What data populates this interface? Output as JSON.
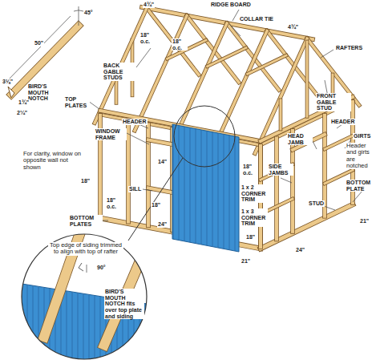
{
  "diagram": {
    "labels": [
      "50\"",
      "45°",
      "3⅛\"",
      "BIRD'S MOUTH NOTCH",
      "1¾\"",
      "2¼\"",
      "4¾\"",
      "RIDGE BOARD",
      "COLLAR TIE",
      "4¾\"",
      "RAFTERS",
      "18\" o.c.",
      "18\" o.c.",
      "BACK GABLE STUDS",
      "TOP PLATES",
      "HEADER",
      "WINDOW FRAME",
      "For clarity, window on opposite wall not shown",
      "14\"",
      "SILL",
      "18\"",
      "18\" o.c.",
      "18\"",
      "24\"",
      "BOTTOM PLATES",
      "FRONT GABLE STUD",
      "HEADER",
      "HEAD JAMB",
      "GIRTS",
      "Header and girts are notched",
      "SIDE JAMBS",
      "18\" o.c.",
      "1 x 2 CORNER TRIM",
      "1 x 3 CORNER TRIM",
      "STUD",
      "BOTTOM PLATE",
      "18\"",
      "21\"",
      "24\"",
      "21\"",
      "Top edge of siding trimmed to align with top of rafter",
      "90°",
      "BIRD'S MOUTH NOTCH fits over top plate and siding"
    ]
  }
}
